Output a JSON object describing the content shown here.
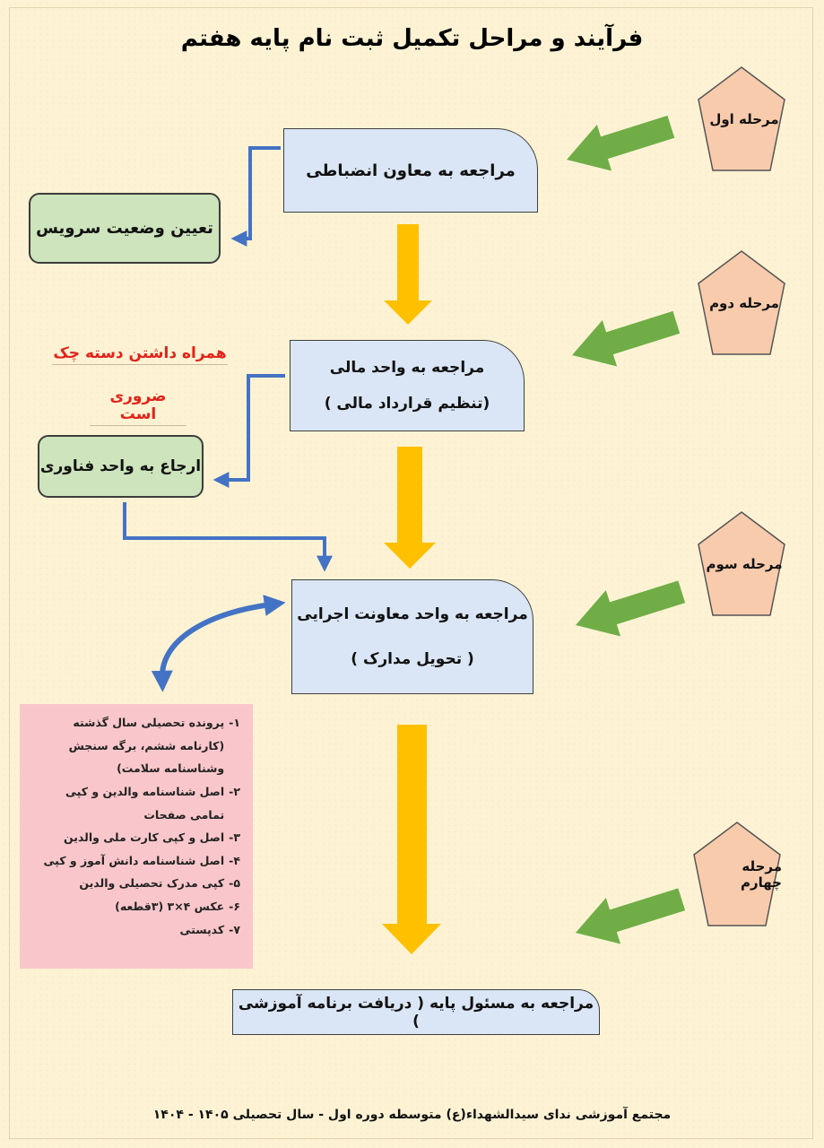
{
  "title": "فرآیند و مراحل تکمیل ثبت نام پایه هفتم",
  "stages": [
    "مرحله اول",
    "مرحله دوم",
    "مرحله سوم",
    "مرحله چهارم"
  ],
  "steps": {
    "step1": "مراجعه به معاون انضباطی",
    "step2_line1": "مراجعه به واحد مالی",
    "step2_line2": "(تنظیم قرارداد مالی )",
    "step3_line1": "مراجعه به واحد معاونت اجرایی",
    "step3_line2": "( تحویل مدارک )",
    "step4": "مراجعه به مسئول پایه ( دریافت برنامه آموزشی )"
  },
  "side_boxes": {
    "service": "تعیین وضعیت سرویس",
    "tech": "ارجاع به واحد فناوری"
  },
  "note": {
    "line1": "همراه داشتن دسته چک",
    "line2": "ضروری است"
  },
  "documents": [
    {
      "num": "۱-",
      "text": "پرونده تحصیلی سال گذشته (کارنامه ششم، برگه سنجش وشناسنامه سلامت)"
    },
    {
      "num": "۲-",
      "text": "اصل شناسنامه والدین و کپی تمامی صفحات"
    },
    {
      "num": "۳-",
      "text": "اصل و کپی کارت ملی والدین"
    },
    {
      "num": "۴-",
      "text": "اصل شناسنامه دانش آموز و کپی"
    },
    {
      "num": "۵-",
      "text": "کپی مدرک تحصیلی والدین"
    },
    {
      "num": "۶-",
      "text": "عکس ۴×۳ (۳قطعه)"
    },
    {
      "num": "۷-",
      "text": "کدپستی"
    }
  ],
  "footer": "مجتمع آموزشی ندای سیدالشهداء(ع) متوسطه دوره اول - سال تحصیلی ۱۴۰۵ - ۱۴۰۴",
  "colors": {
    "background": "#fdf3d4",
    "step_box": "#dae6f5",
    "side_box": "#cde4bc",
    "documents_box": "#f9c7cb",
    "stage_pentagon": "#f8cbad",
    "flow_arrow": "#ffc000",
    "stage_arrow": "#70ad47",
    "connector": "#4472c4",
    "note_text": "#e2231a"
  }
}
